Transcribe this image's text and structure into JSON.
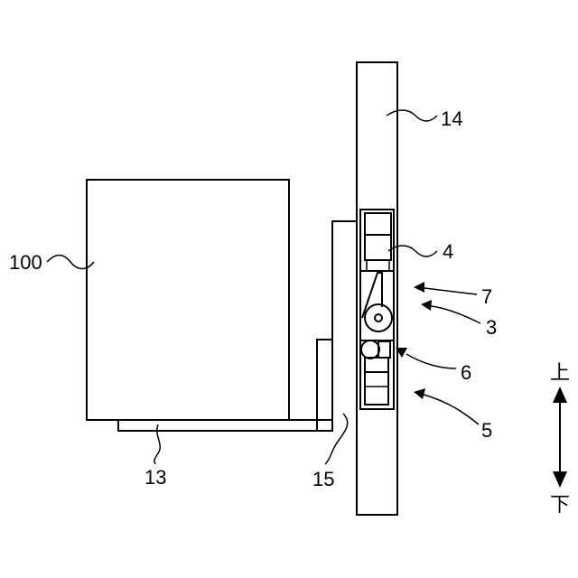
{
  "labels": {
    "ref_100": "100",
    "ref_13": "13",
    "ref_14": "14",
    "ref_15": "15",
    "ref_4": "4",
    "ref_7": "7",
    "ref_3": "3",
    "ref_6": "6",
    "ref_5": "5",
    "dir_up": "上",
    "dir_down": "下"
  }
}
